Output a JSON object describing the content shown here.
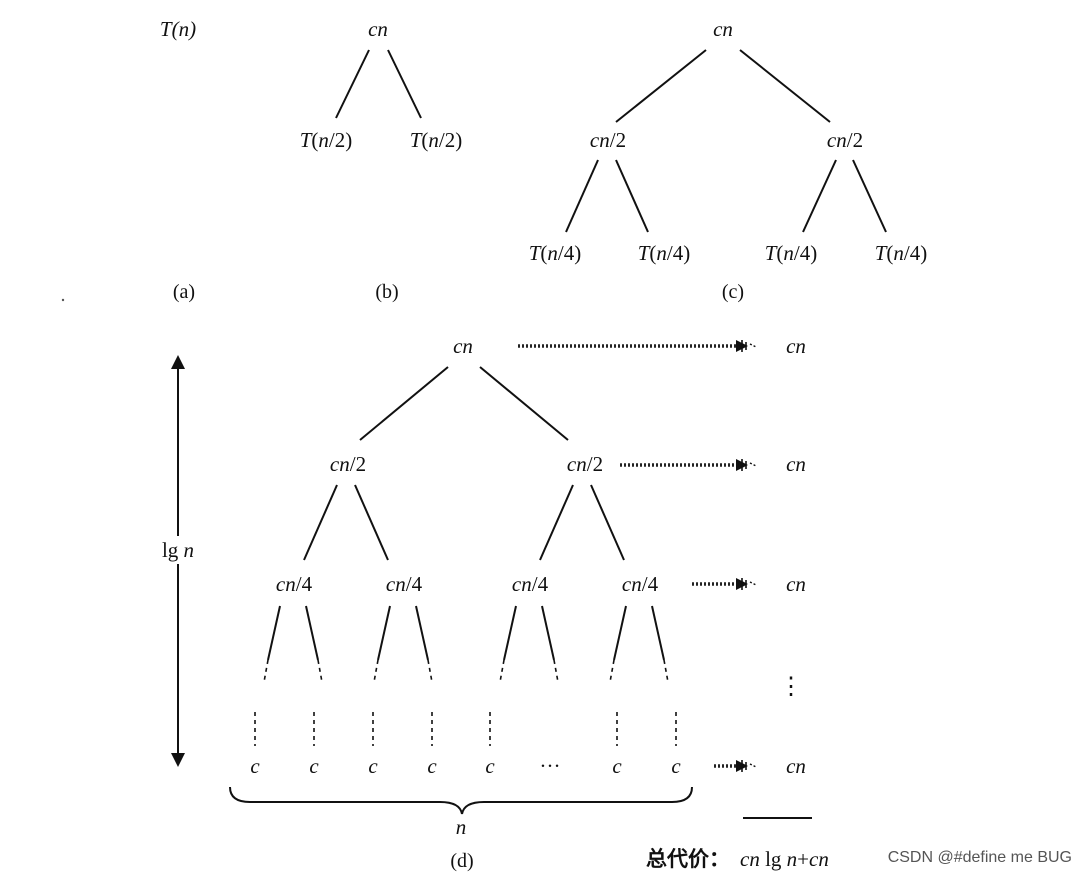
{
  "panel_a": {
    "root": [
      {
        "t": "T",
        "i": true
      },
      {
        "t": "(",
        "i": true
      },
      {
        "t": "n",
        "i": true
      },
      {
        "t": ")",
        "i": true
      }
    ],
    "caption": "(a)"
  },
  "panel_b": {
    "root": [
      {
        "t": "cn",
        "i": true
      }
    ],
    "children": [
      [
        {
          "t": "T",
          "i": true
        },
        {
          "t": "(",
          "i": false
        },
        {
          "t": "n",
          "i": true
        },
        {
          "t": "/2)",
          "i": false
        }
      ],
      [
        {
          "t": "T",
          "i": true
        },
        {
          "t": "(",
          "i": false
        },
        {
          "t": "n",
          "i": true
        },
        {
          "t": "/2)",
          "i": false
        }
      ]
    ],
    "caption": "(b)"
  },
  "panel_c": {
    "root": [
      {
        "t": "cn",
        "i": true
      }
    ],
    "level1": [
      [
        {
          "t": "cn",
          "i": true
        },
        {
          "t": "/2",
          "i": false
        }
      ],
      [
        {
          "t": "cn",
          "i": true
        },
        {
          "t": "/2",
          "i": false
        }
      ]
    ],
    "level2": [
      [
        {
          "t": "T",
          "i": true
        },
        {
          "t": "(",
          "i": false
        },
        {
          "t": "n",
          "i": true
        },
        {
          "t": "/4)",
          "i": false
        }
      ],
      [
        {
          "t": "T",
          "i": true
        },
        {
          "t": "(",
          "i": false
        },
        {
          "t": "n",
          "i": true
        },
        {
          "t": "/4)",
          "i": false
        }
      ],
      [
        {
          "t": "T",
          "i": true
        },
        {
          "t": "(",
          "i": false
        },
        {
          "t": "n",
          "i": true
        },
        {
          "t": "/4)",
          "i": false
        }
      ],
      [
        {
          "t": "T",
          "i": true
        },
        {
          "t": "(",
          "i": false
        },
        {
          "t": "n",
          "i": true
        },
        {
          "t": "/4)",
          "i": false
        }
      ]
    ],
    "caption": "(c)"
  },
  "panel_d": {
    "root": [
      {
        "t": "cn",
        "i": true
      }
    ],
    "level1": [
      [
        {
          "t": "cn",
          "i": true
        },
        {
          "t": "/2",
          "i": false
        }
      ],
      [
        {
          "t": "cn",
          "i": true
        },
        {
          "t": "/2",
          "i": false
        }
      ]
    ],
    "level2": [
      [
        {
          "t": "cn",
          "i": true
        },
        {
          "t": "/4",
          "i": false
        }
      ],
      [
        {
          "t": "cn",
          "i": true
        },
        {
          "t": "/4",
          "i": false
        }
      ],
      [
        {
          "t": "cn",
          "i": true
        },
        {
          "t": "/4",
          "i": false
        }
      ],
      [
        {
          "t": "cn",
          "i": true
        },
        {
          "t": "/4",
          "i": false
        }
      ]
    ],
    "leaves": [
      "c",
      "c",
      "c",
      "c",
      "c",
      "…",
      "c",
      "c"
    ],
    "level_costs": [
      [
        {
          "t": "cn",
          "i": true
        }
      ],
      [
        {
          "t": "cn",
          "i": true
        }
      ],
      [
        {
          "t": "cn",
          "i": true
        }
      ],
      [
        {
          "t": "cn",
          "i": true
        }
      ]
    ],
    "vdots": "⋮",
    "height_label": [
      {
        "t": "lg ",
        "i": false
      },
      {
        "t": "n",
        "i": true
      }
    ],
    "width_label": [
      {
        "t": "n",
        "i": true
      }
    ],
    "caption": "(d)",
    "total_label": "总代价：",
    "total_value": [
      {
        "t": "cn",
        "i": true
      },
      {
        "t": " lg ",
        "i": false
      },
      {
        "t": "n",
        "i": true
      },
      {
        "t": "+",
        "i": false
      },
      {
        "t": "cn",
        "i": true
      }
    ]
  },
  "watermark": "CSDN @#define me BUG"
}
